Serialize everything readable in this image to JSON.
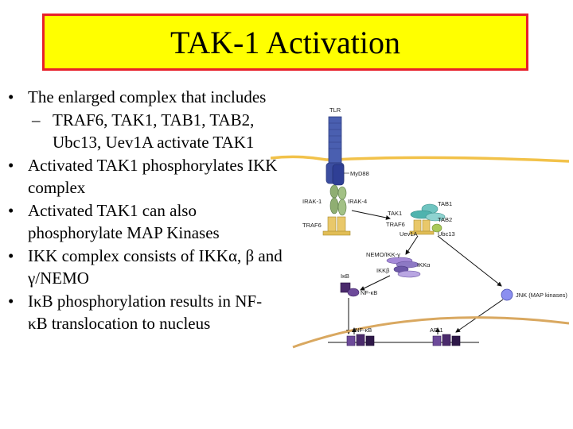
{
  "title": "TAK-1 Activation",
  "bullets": [
    {
      "text": "The enlarged complex that includes",
      "sub": [
        "TRAF6, TAK1, TAB1, TAB2, Ubc13, Uev1A activate TAK1"
      ]
    },
    {
      "text": "Activated TAK1 phosphorylates IKK complex"
    },
    {
      "text": "Activated TAK1 can also phosphorylate MAP Kinases"
    },
    {
      "text": "IKK complex consists of IKKα, β and γ/NEMO"
    },
    {
      "text": "IκB phosphorylation results in NF- κB translocation to nucleus"
    }
  ],
  "bullet_symbol": "•",
  "sub_symbol": "–",
  "diagram": {
    "labels": {
      "tlr": "TLR",
      "myd88": "MyD88",
      "irak1": "IRAK-1",
      "irak4": "IRAK-4",
      "traf6_left": "TRAF6",
      "tab1": "TAB1",
      "tak1": "TAK1",
      "tab2": "TAB2",
      "traf6_right": "TRAF6",
      "uev1a": "Uev1A",
      "ubc13": "Ubc13",
      "nemo": "NEMO/IKK-γ",
      "ikka": "IKKα",
      "ikkb": "IKKβ",
      "ikb": "IκB",
      "nfkb": "NF-κB",
      "jnk": "JNK (MAP kinases)",
      "nfkb_nuc": "NF-κB",
      "ap1": "AP-1"
    },
    "colors": {
      "title_bg": "#ffff00",
      "title_border": "#e8202a",
      "membrane": "#f2c24a",
      "receptor": "#4a5fb0",
      "adaptor": "#8fae72",
      "traf": "#e9c86a",
      "tak": "#6fc4c0",
      "complex": "#8d79c4",
      "nucleus": "#d9a860",
      "dna_box": "#4a2a6c"
    }
  }
}
